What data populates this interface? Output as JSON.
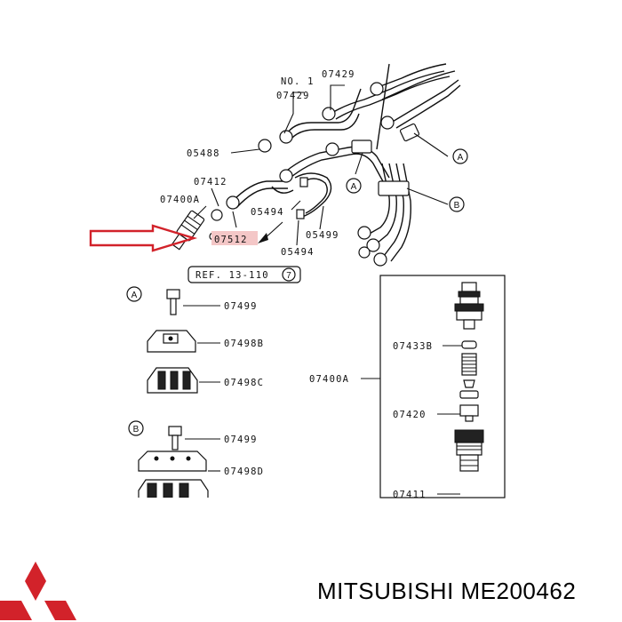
{
  "diagram": {
    "labels": {
      "no1": "NO. 1",
      "p07429_top": "07429",
      "p07429_left": "07429",
      "p05488": "05488",
      "p07412": "07412",
      "p07400A_left": "07400A",
      "p07512": "07512",
      "p05494_a": "05494",
      "p05499": "05499",
      "p05494_b": "05494",
      "ref": "REF. 13-110",
      "ref_num": "7",
      "p07499_a": "07499",
      "p07498B": "07498B",
      "p07498C": "07498C",
      "p07499_b": "07499",
      "p07498D": "07498D",
      "p07400A_right": "07400A",
      "p07433B": "07433B",
      "p07420": "07420",
      "p07411": "07411"
    },
    "callouts": {
      "A": "A",
      "B": "B"
    },
    "highlight_color": "#f4c7c7",
    "arrow_color": "#d2222a"
  },
  "brand": {
    "caption": "MITSUBISHI ME200462",
    "logo_color": "#d2222a"
  }
}
